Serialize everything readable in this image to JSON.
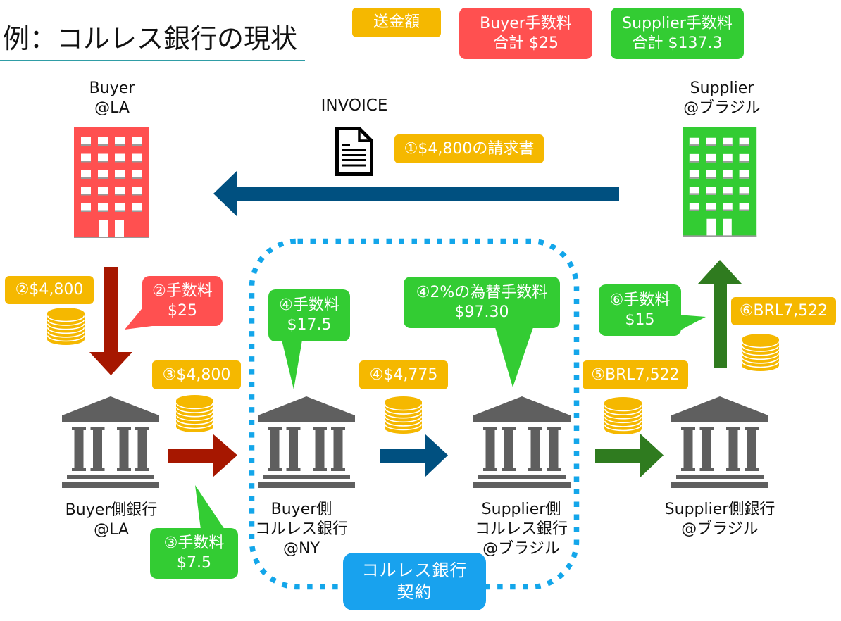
{
  "title": "例：コルレス銀行の現状",
  "legend": {
    "amount": "送金額",
    "buyer_fee": {
      "line1": "Buyer手数料",
      "line2": "合計 $25"
    },
    "supplier_fee": {
      "line1": "Supplier手数料",
      "line2": "合計 $137.3"
    }
  },
  "parties": {
    "buyer": {
      "name": "Buyer",
      "location": "@LA"
    },
    "supplier": {
      "name": "Supplier",
      "location": "@ブラジル"
    }
  },
  "invoice": {
    "label": "INVOICE",
    "note": "①$4,800の請求書"
  },
  "banks": {
    "buyer_bank": {
      "line1": "Buyer側銀行",
      "line2": "@LA"
    },
    "buyer_correspondent": {
      "line1": "Buyer側",
      "line2": "コルレス銀行",
      "line3": "@NY"
    },
    "supplier_correspondent": {
      "line1": "Supplier側",
      "line2": "コルレス銀行",
      "line3": "@ブラジル"
    },
    "supplier_bank": {
      "line1": "Supplier側銀行",
      "line2": "@ブラジル"
    }
  },
  "transfers": [
    {
      "label": "②$4,800"
    },
    {
      "label": "③$4,800"
    },
    {
      "label": "④$4,775"
    },
    {
      "label": "⑤BRL7,522"
    },
    {
      "label": "⑥BRL7,522"
    }
  ],
  "fees": [
    {
      "category": "buyer",
      "line1": "②手数料",
      "line2": "$25"
    },
    {
      "category": "supplier",
      "line1": "③手数料",
      "line2": "$7.5"
    },
    {
      "category": "supplier",
      "line1": "④手数料",
      "line2": "$17.5"
    },
    {
      "category": "supplier",
      "line1": "④2%の為替手数料",
      "line2": "$97.30"
    },
    {
      "category": "supplier",
      "line1": "⑥手数料",
      "line2": "$15"
    }
  ],
  "contract": {
    "line1": "コルレス銀行",
    "line2": "契約"
  },
  "icons": {
    "buyer": "office-building-icon",
    "supplier": "office-building-icon",
    "bank": "bank-icon",
    "money": "coin-stack-icon",
    "invoice": "document-icon",
    "flow": "arrow-icon"
  },
  "colors": {
    "amount": "#F5B800",
    "buyer_fee": "#FF5050",
    "supplier_fee": "#33CC33",
    "buyer_flow_arrow": "#A61700",
    "correspondent_arrow": "#005080",
    "supplier_flow_arrow": "#2F7B1F",
    "bank_icon": "#5F5F5F",
    "contract_box": "#18A2EE",
    "contract_border": "#13A6EA",
    "title_rule": "#2F9DA6"
  }
}
